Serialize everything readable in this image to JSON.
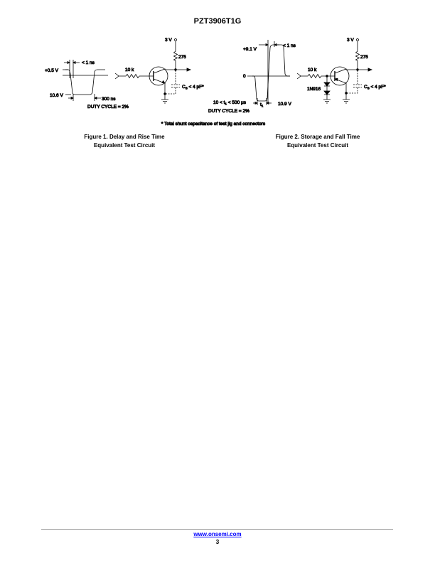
{
  "header": {
    "title": "PZT3906T1G"
  },
  "figure1": {
    "v_high": "+0.5 V",
    "v_low": "10.6 V",
    "rise": "< 1 ns",
    "width": "300 ns",
    "duty": "DUTY CYCLE = 2%",
    "r_base": "10 k",
    "supply": "3 V",
    "r_coll": "275",
    "cap": "C",
    "cap_sub": "S",
    "cap_val": " < 4 pF*",
    "caption_line1": "Figure 1. Delay and Rise Time",
    "caption_line2": "Equivalent Test Circuit"
  },
  "figure2": {
    "v_high": "+9.1 V",
    "zero": "0",
    "fall": "< 1 ns",
    "t_range": "10 < t",
    "t_range_sub": "1",
    "t_range_rest": " < 500 μs",
    "t1": "t",
    "t1_sub": "1",
    "v_low": "10.9 V",
    "duty": "DUTY CYCLE = 2%",
    "r_base": "10 k",
    "diode": "1N916",
    "supply": "3 V",
    "r_coll": "275",
    "cap": "C",
    "cap_sub": "S",
    "cap_val": " < 4 pF*",
    "caption_line1": "Figure 2. Storage and Fall Time",
    "caption_line2": "Equivalent Test Circuit"
  },
  "footnote": "* Total shunt capacitance of test jig and connectors",
  "footer": {
    "link": "www.onsemi.com",
    "page": "3"
  }
}
